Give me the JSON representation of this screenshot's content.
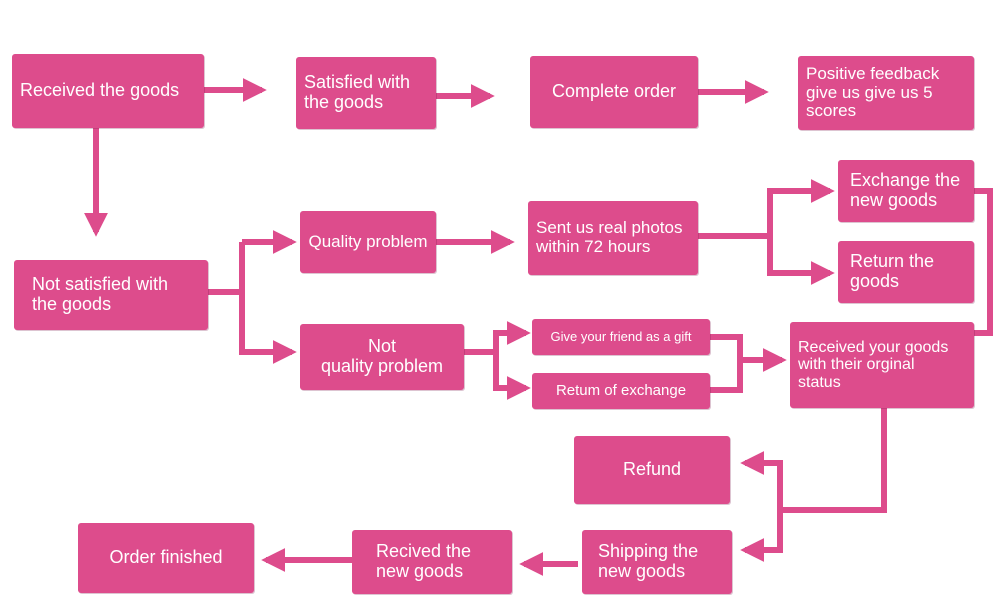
{
  "colors": {
    "box": "#dd4c8c",
    "arrow": "#dd4c8c",
    "text": "#ffffff",
    "background": "#ffffff"
  },
  "nodes": {
    "received_goods": "Received the goods",
    "satisfied": "Satisfied with\nthe goods",
    "complete_order": "Complete order",
    "positive_feedback": "Positive feedback\ngive us give us 5\nscores",
    "not_satisfied": "Not satisfied with\nthe goods",
    "quality_problem": "Quality problem",
    "not_quality_problem": "Not\nquality problem",
    "sent_photos": "Sent us real photos\nwithin 72 hours",
    "exchange_new": "Exchange the\nnew goods",
    "return_goods": "Return the\ngoods",
    "gift_friend": "Give your friend as a gift",
    "return_exchange": "Retum of exchange",
    "received_original": "Received your goods\nwith their orginal\nstatus",
    "refund": "Refund",
    "shipping_new": "Shipping the\nnew goods",
    "recived_new": "Recived the\nnew goods",
    "order_finished": "Order finished"
  }
}
